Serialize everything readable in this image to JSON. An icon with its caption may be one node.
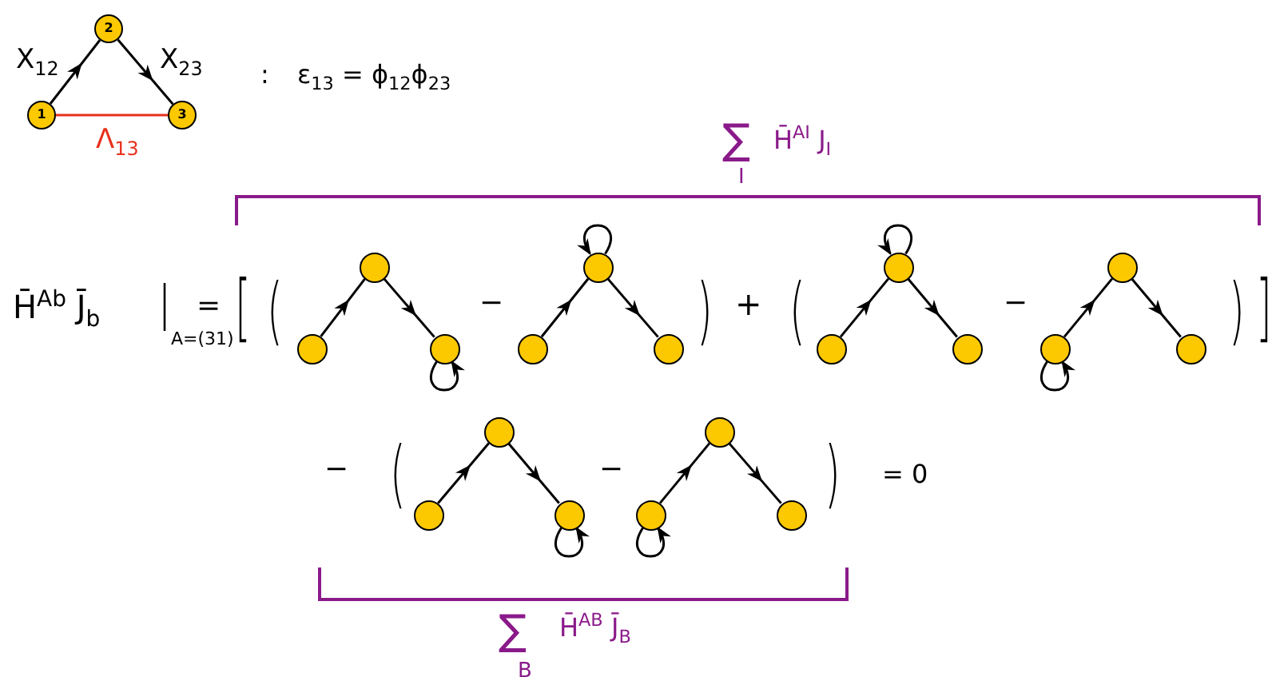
{
  "diagram": {
    "nodes": [
      {
        "text": [
          "1"
        ]
      },
      {
        "text": [
          "2"
        ]
      },
      {
        "text": [
          "3"
        ]
      },
      {
        "text": [],
        "shape": "circle"
      },
      {
        "text": [],
        "shape": "circle"
      },
      {
        "text": [],
        "shape": "circle"
      },
      {
        "text": [],
        "shape": "circle"
      },
      {
        "text": [],
        "shape": "circle"
      },
      {
        "text": [],
        "shape": "circle"
      },
      {
        "text": [],
        "shape": "circle"
      },
      {
        "text": [],
        "shape": "circle"
      },
      {
        "text": [],
        "shape": "circle"
      },
      {
        "text": [],
        "shape": "circle"
      },
      {
        "text": [],
        "shape": "circle"
      },
      {
        "text": [],
        "shape": "circle"
      },
      {
        "text": [],
        "shape": "circle"
      },
      {
        "text": [],
        "shape": "circle"
      },
      {
        "text": [],
        "shape": "circle"
      },
      {
        "text": [],
        "shape": "circle"
      },
      {
        "text": [],
        "shape": "circle"
      },
      {
        "text": [],
        "shape": "circle"
      }
    ],
    "edges": [
      {
        "from": 0,
        "to": 1,
        "arrow": "to",
        "label": "X$_{12}$"
      },
      {
        "from": 1,
        "to": 2,
        "arrow": "to",
        "label": "X$_{23}$"
      },
      {
        "from": 0,
        "to": 2,
        "arrow": "none",
        "label": "Λ$_{13}$",
        "color": "#e8301c"
      },
      {
        "from": 3,
        "to": 4,
        "arrow": "to"
      },
      {
        "from": 4,
        "to": 5,
        "arrow": "to"
      },
      {
        "from": 5,
        "to": 5,
        "arrow": "to"
      },
      {
        "from": 6,
        "to": 7,
        "arrow": "to"
      },
      {
        "from": 7,
        "to": 8,
        "arrow": "to"
      },
      {
        "from": 7,
        "to": 7,
        "arrow": "to"
      },
      {
        "from": 9,
        "to": 10,
        "arrow": "to"
      },
      {
        "from": 10,
        "to": 11,
        "arrow": "to"
      },
      {
        "from": 10,
        "to": 10,
        "arrow": "to"
      },
      {
        "from": 12,
        "to": 13,
        "arrow": "to"
      },
      {
        "from": 13,
        "to": 14,
        "arrow": "to"
      },
      {
        "from": 12,
        "to": 12,
        "arrow": "to"
      },
      {
        "from": 15,
        "to": 16,
        "arrow": "to"
      },
      {
        "from": 16,
        "to": 17,
        "arrow": "to"
      },
      {
        "from": 17,
        "to": 17,
        "arrow": "to"
      },
      {
        "from": 18,
        "to": 19,
        "arrow": "to"
      },
      {
        "from": 19,
        "to": 20,
        "arrow": "to"
      },
      {
        "from": 18,
        "to": 18,
        "arrow": "to"
      }
    ],
    "labels": [
      ":",
      "ε$_{13}$ = ϕ$_{12}$ϕ$_{23}$",
      "∑",
      "I",
      "H̄$^{AI}$ J$_{I}$",
      "H̄$^{Ab}$ J̄$_{b}$",
      "A=(31)",
      "=",
      "[",
      "(",
      "−",
      ")",
      "+",
      "(",
      "−",
      ")",
      "]",
      "−",
      "(",
      "−",
      ")",
      "= 0",
      "∑",
      "B",
      "H̄$^{AB}$ J̄$_{B}$"
    ]
  }
}
